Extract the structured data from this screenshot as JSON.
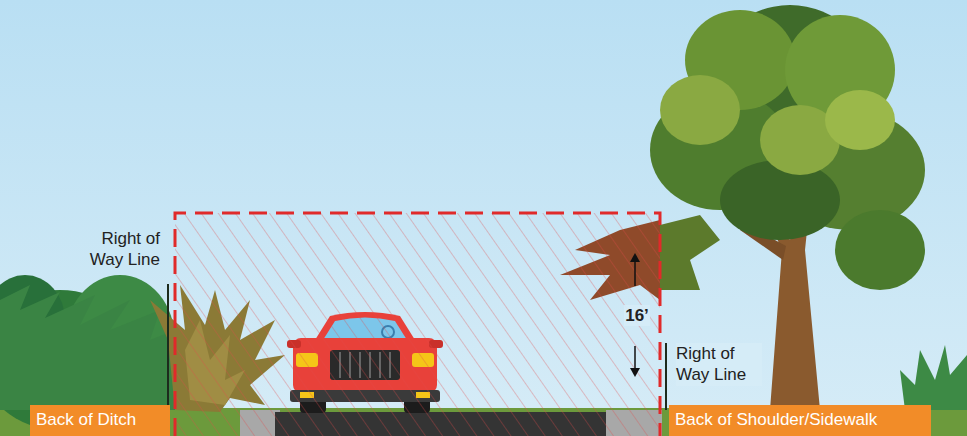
{
  "diagram": {
    "nodes": [
      {
        "text": [
          "Back of Ditch"
        ]
      },
      {
        "text": [
          "Back of Shoulder/Sidewalk"
        ]
      }
    ],
    "labels": [
      "Right of Way Line",
      "16’",
      "Right of Way Line"
    ]
  }
}
